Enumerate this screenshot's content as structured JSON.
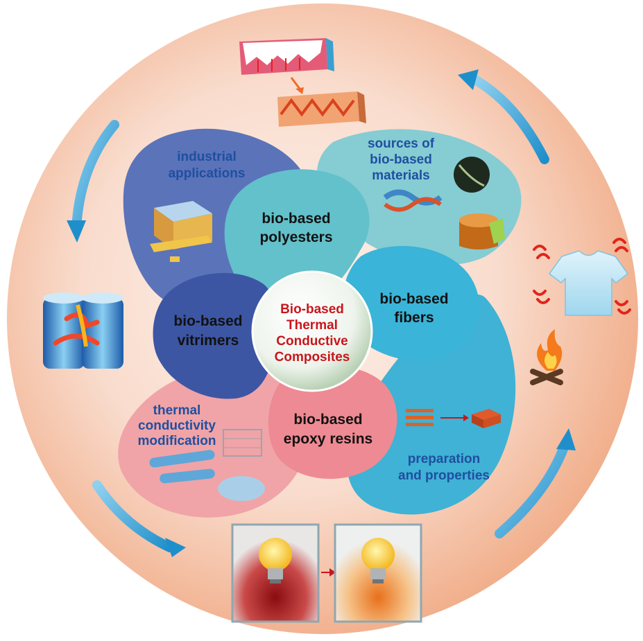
{
  "center": {
    "line1": "Bio-based",
    "line2": "Thermal",
    "line3": "Conductive",
    "line4": "Composites"
  },
  "petals": {
    "industrial": {
      "line1": "industrial",
      "line2": "applications"
    },
    "sources": {
      "line1": "sources of",
      "line2": "bio-based",
      "line3": "materials"
    },
    "preparation": {
      "line1": "preparation",
      "line2": "and properties"
    },
    "thermal": {
      "line1": "thermal",
      "line2": "conductivity",
      "line3": "modification"
    }
  },
  "inner": {
    "polyesters": {
      "line1": "bio-based",
      "line2": "polyesters"
    },
    "fibers": {
      "line1": "bio-based",
      "line2": "fibers"
    },
    "epoxy": {
      "line1": "bio-based",
      "line2": "epoxy resins"
    },
    "vitrimers": {
      "line1": "bio-based",
      "line2": "vitrimers"
    }
  },
  "icons": [
    "heat-sink-icon",
    "battery-icon",
    "bulb-icon",
    "shirt-icon",
    "fire-icon",
    "chip-icon",
    "wood-icon",
    "nanotube-icon",
    "laminate-icon",
    "fiber-icon"
  ],
  "colors": {
    "background_ring": "#f4c2ab",
    "industrial": "#5b73b9",
    "sources": "#86ccd3",
    "preparation": "#3fb2d5",
    "thermal": "#f0a4a7",
    "polyesters": "#62c1cb",
    "fibers": "#3ab4d8",
    "epoxy": "#ee8a93",
    "vitrimers": "#3c56a4",
    "arrow": "#2a9fd2",
    "center_text": "#c8161d",
    "petal_text": "#1f4fa0"
  }
}
